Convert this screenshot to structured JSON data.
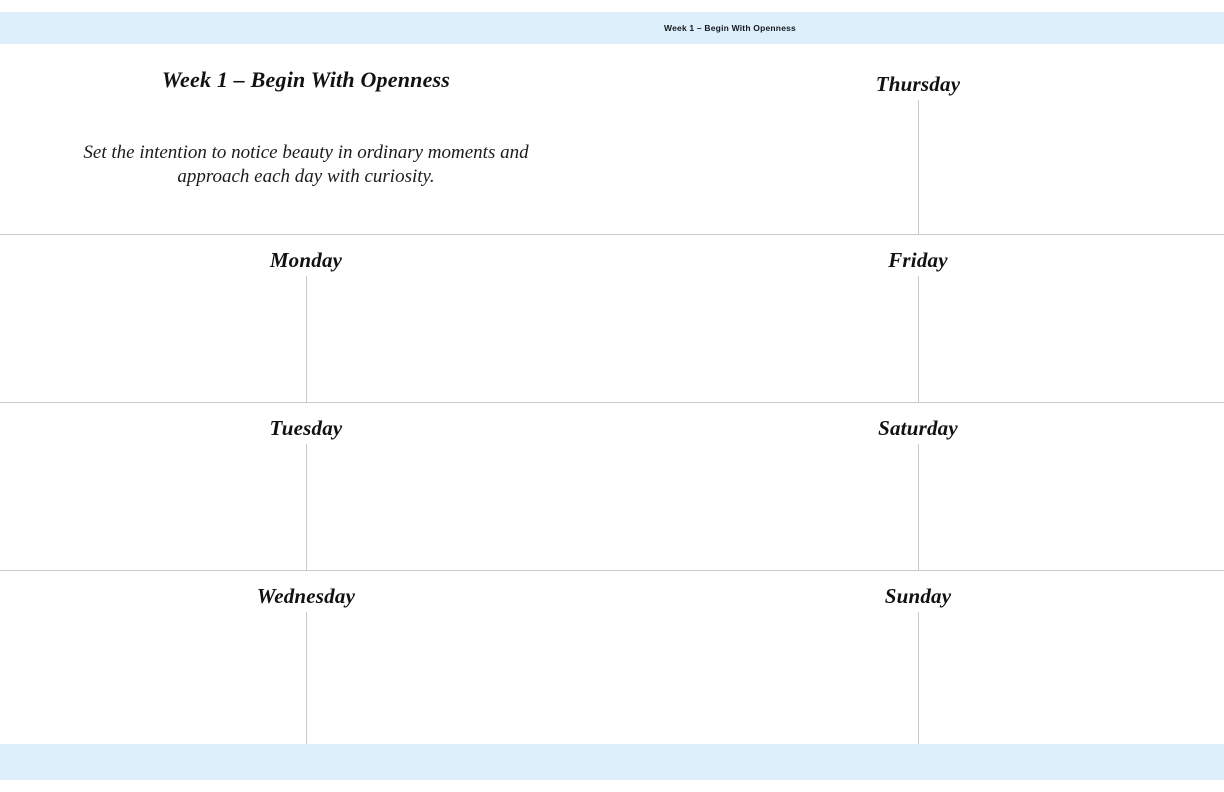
{
  "document": {
    "running_head": "Week 1 – Begin With Openness",
    "page_background": "#ffffff",
    "band_color": "#ddeffb",
    "rule_color": "#c9cacc"
  },
  "week": {
    "title": "Week 1 – Begin With Openness",
    "intention": "Set the intention to notice beauty in ordinary moments and approach each day with curiosity."
  },
  "days": {
    "thursday": "Thursday",
    "monday": "Monday",
    "friday": "Friday",
    "tuesday": "Tuesday",
    "saturday": "Saturday",
    "wednesday": "Wednesday",
    "sunday": "Sunday"
  }
}
